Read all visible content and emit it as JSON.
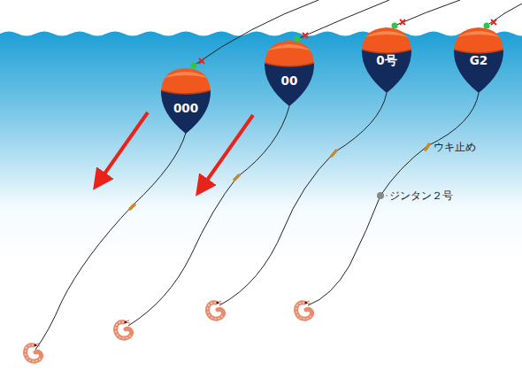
{
  "diagram": {
    "nodes": [
      {
        "text": [
          "000"
        ]
      },
      {
        "text": [
          "00"
        ]
      },
      {
        "text": [
          "0号"
        ]
      },
      {
        "text": [
          "G2"
        ]
      }
    ],
    "labels": [
      "ウキ止め",
      "ジンタン２号"
    ]
  }
}
